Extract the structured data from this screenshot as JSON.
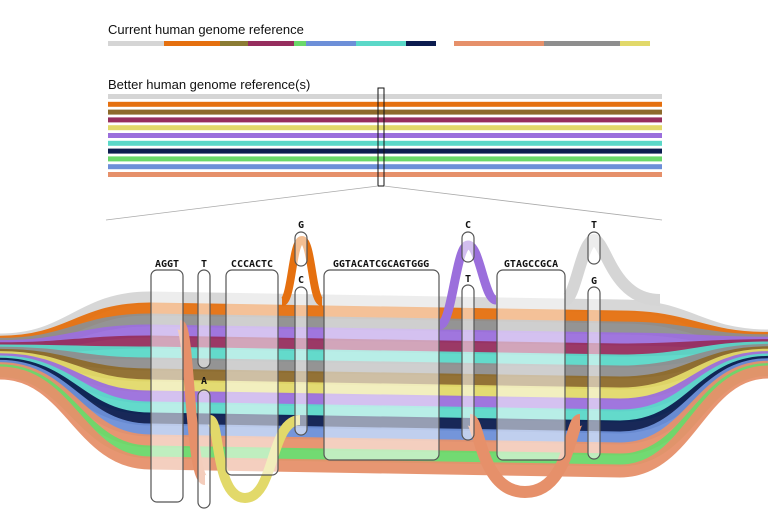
{
  "title_current": "Current human genome reference",
  "title_better": "Better human genome reference(s)",
  "colors": {
    "grey_light": "#d5d5d5",
    "orange": "#e5700f",
    "olive": "#8b7b34",
    "maroon": "#962e5e",
    "purple": "#9b6fdc",
    "yellow": "#e2d96a",
    "teal": "#5bd8c8",
    "grey": "#8e8e8e",
    "navy": "#0c1c4f",
    "blue": "#6d8fd8",
    "green": "#6ad86a",
    "salmon": "#e6906a",
    "brown": "#8d6a2b"
  },
  "current_reference_segments": [
    "grey_light",
    "orange",
    "olive",
    "maroon",
    "green",
    "blue",
    "teal",
    "navy",
    "salmon",
    "grey",
    "yellow"
  ],
  "better_reference_strands": [
    "grey_light",
    "orange",
    "brown",
    "maroon",
    "yellow",
    "purple",
    "teal",
    "navy",
    "green",
    "blue",
    "salmon"
  ],
  "graph_strands": [
    "grey_light",
    "orange",
    "grey",
    "purple",
    "maroon",
    "teal",
    "grey",
    "brown",
    "yellow",
    "purple",
    "teal",
    "navy",
    "blue",
    "salmon",
    "green",
    "salmon"
  ],
  "nodes": [
    {
      "label": "AGGT"
    },
    {
      "label": "T"
    },
    {
      "label": "A"
    },
    {
      "label": "CCCACTC"
    },
    {
      "label": "G"
    },
    {
      "label": "C"
    },
    {
      "label": "GGTACATCGCAGTGGG"
    },
    {
      "label": "C"
    },
    {
      "label": "T"
    },
    {
      "label": "GTAGCCGCA"
    },
    {
      "label": "T"
    },
    {
      "label": "G"
    }
  ]
}
